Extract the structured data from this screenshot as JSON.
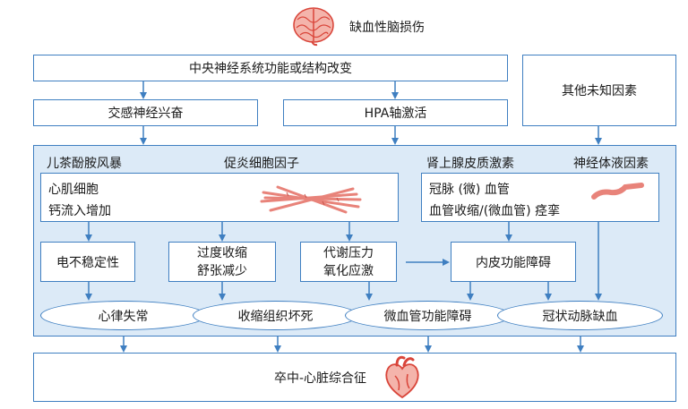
{
  "diagram": {
    "top_title": "缺血性脑损伤",
    "central_change": "中央神经系统功能或结构改变",
    "unknown_factors": "其他未知因素",
    "sympathetic": "交感神经兴奋",
    "hpa": "HPA轴激活",
    "catecholamine_storm": "儿茶酚胺风暴",
    "inflammatory": "促炎细胞因子",
    "corticosteroid": "肾上腺皮质激素",
    "neurohumoral": "神经体液因素",
    "myocardium_line1": "心肌细胞",
    "myocardium_line2": "钙流入增加",
    "coronary_line1": "冠脉 (微) 血管",
    "coronary_line2": "血管收缩/(微血管) 痉挛",
    "electrical_instability": "电不稳定性",
    "excessive_contraction_line1": "过度收缩",
    "excessive_contraction_line2": "舒张减少",
    "metabolic_line1": "代谢压力",
    "metabolic_line2": "氧化应激",
    "endothelial": "内皮功能障碍",
    "arrhythmia": "心律失常",
    "contraction_necrosis": "收缩组织坏死",
    "microvascular": "微血管功能障碍",
    "coronary_ischemia": "冠状动脉缺血",
    "bottom_title": "卒中-心脏综合征"
  },
  "colors": {
    "border": "#3f7fc1",
    "panel": "#dceaf7",
    "arrow": "#3f7fc1",
    "brain": "#e8837a",
    "heart": "#d9453a"
  },
  "icons": [
    "brain-icon",
    "muscle-fibers-icon",
    "vessel-icon",
    "heart-icon"
  ]
}
